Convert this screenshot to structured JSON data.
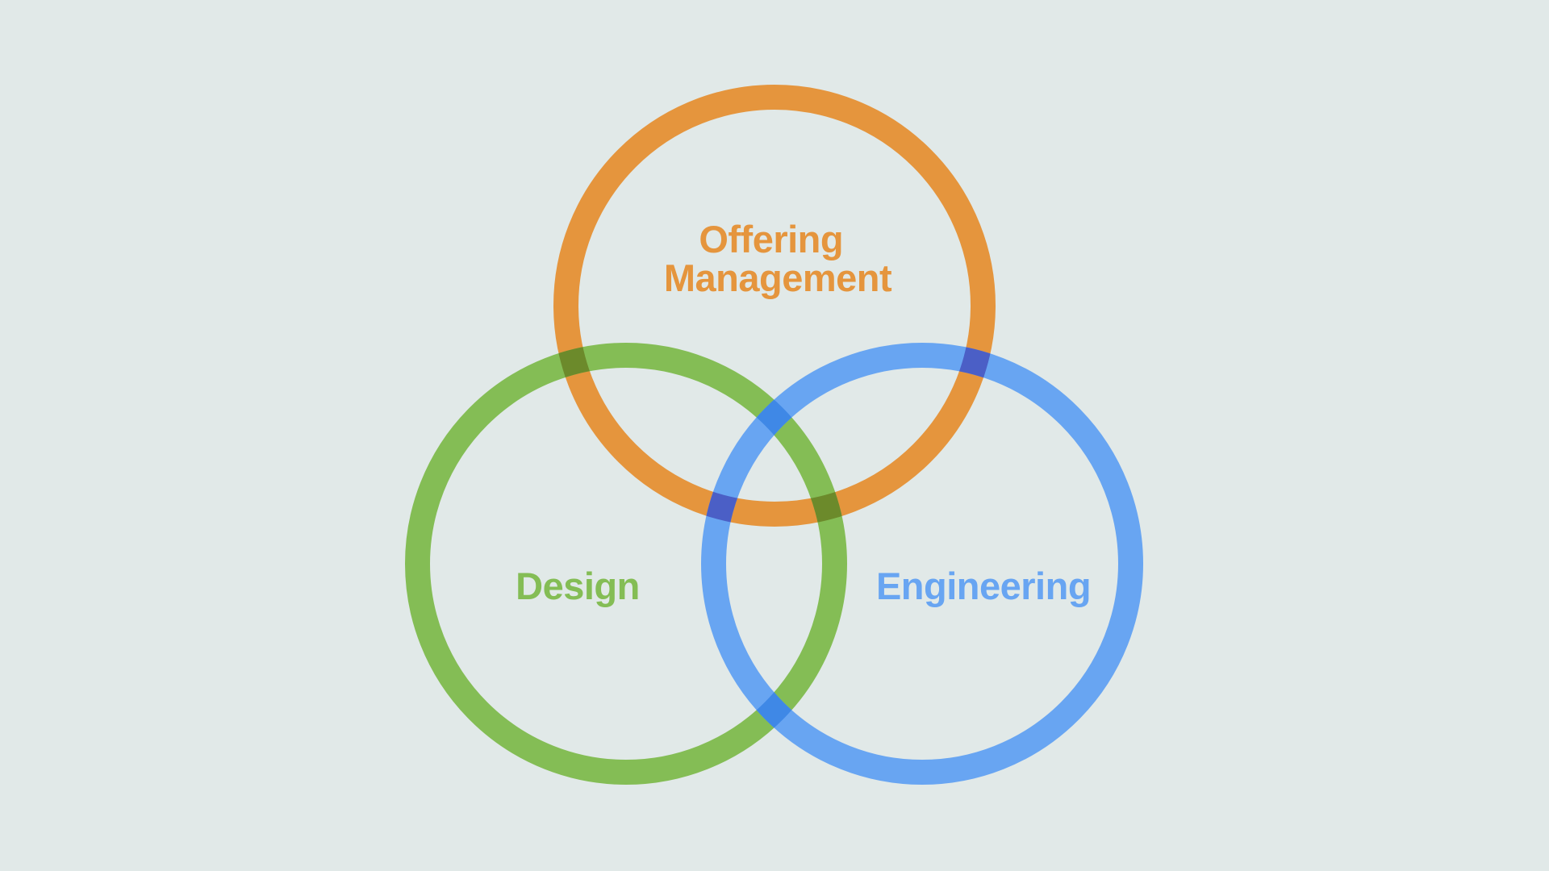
{
  "diagram": {
    "type": "venn",
    "background_color": "#e1e9e8",
    "sets": [
      {
        "id": "offering-management",
        "label_lines": [
          "Offering",
          "Management"
        ],
        "color": "#e5953d"
      },
      {
        "id": "design",
        "label_lines": [
          "Design"
        ],
        "color": "#84bd55"
      },
      {
        "id": "engineering",
        "label_lines": [
          "Engineering"
        ],
        "color": "#68a5f2"
      }
    ],
    "overlap_colors": {
      "orange_green": "#6c8a2b",
      "orange_blue": "#4b5fc6",
      "green_blue": "#3f88e6"
    }
  }
}
